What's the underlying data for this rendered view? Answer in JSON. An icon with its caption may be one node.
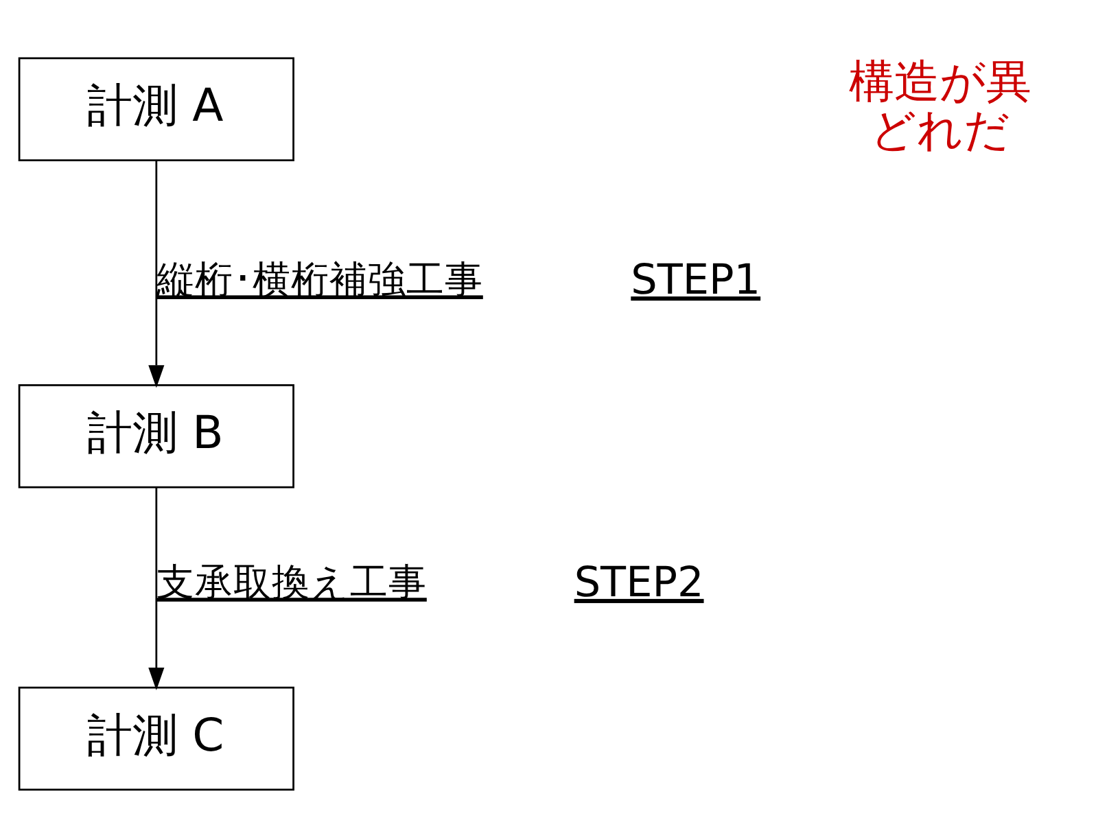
{
  "diagram": {
    "nodes": [
      {
        "text": [
          "計測 A"
        ]
      },
      {
        "text": [
          "計測 B"
        ]
      },
      {
        "text": [
          "計測 C"
        ]
      }
    ],
    "edges": [
      {
        "from": 0,
        "to": 1,
        "arrow": "to",
        "label": "縦桁･横桁補強工事"
      },
      {
        "from": 1,
        "to": 2,
        "arrow": "to",
        "label": "支承取換え工事"
      }
    ],
    "labels": [
      "構造が異",
      "どれだ",
      "STEP1",
      "STEP2"
    ]
  }
}
